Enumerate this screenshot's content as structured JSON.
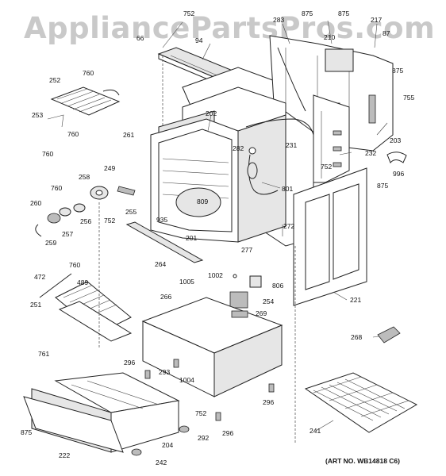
{
  "watermark": "AppliancePartsPros.com",
  "art_number": "(ART NO. WB14818 C6)",
  "callouts": {
    "c752a": "752",
    "c875a": "875",
    "c875b": "875",
    "c217": "217",
    "c283": "283",
    "c210": "210",
    "c87": "87",
    "c66": "66",
    "c94": "94",
    "c760a": "760",
    "c252": "252",
    "c253": "253",
    "c760b": "760",
    "c760c": "760",
    "c202": "202",
    "c261": "261",
    "c875c": "875",
    "c755": "755",
    "c203": "203",
    "c231": "231",
    "c232": "232",
    "c282": "282",
    "c752b": "752",
    "c996": "996",
    "c875d": "875",
    "c249": "249",
    "c258": "258",
    "c760d": "760",
    "c260": "260",
    "c256": "256",
    "c255": "255",
    "c752c": "752",
    "c257": "257",
    "c259": "259",
    "c809": "809",
    "c935": "935",
    "c801": "801",
    "c201": "201",
    "c272": "272",
    "c264": "264",
    "c277": "277",
    "c760e": "760",
    "c472": "472",
    "c489": "489",
    "c1005": "1005",
    "c1002": "1002",
    "c806": "806",
    "c254": "254",
    "c221": "221",
    "c251": "251",
    "c266": "266",
    "c269": "269",
    "c268": "268",
    "c761": "761",
    "c296a": "296",
    "c293": "293",
    "c1004": "1004",
    "c296b": "296",
    "c752d": "752",
    "c875e": "875",
    "c292": "292",
    "c296c": "296",
    "c241": "241",
    "c222": "222",
    "c204": "204",
    "c242": "242"
  }
}
